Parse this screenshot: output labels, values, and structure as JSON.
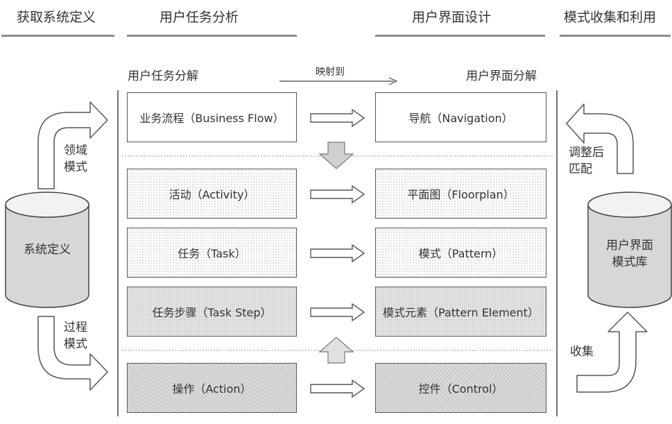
{
  "headers": {
    "col1": "获取系统定义",
    "col2": "用户任务分析",
    "col3": "用户界面设计",
    "col4": "模式收集和利用"
  },
  "subheaders": {
    "left": "用户任务分解",
    "right": "用户界面分解",
    "mapping": "映射到"
  },
  "left_boxes": [
    "业务流程（Business Flow）",
    "活动（Activity）",
    "任务（Task）",
    "任务步骤（Task Step）",
    "操作（Action）"
  ],
  "right_boxes": [
    "导航（Navigation）",
    "平面图（Floorplan）",
    "模式（Pattern）",
    "模式元素（Pattern Element）",
    "控件（Control）"
  ],
  "left_side": {
    "cylinder": "系统定义",
    "top_arrow_label_1": "领域",
    "top_arrow_label_2": "模式",
    "bottom_arrow_label_1": "过程",
    "bottom_arrow_label_2": "模式"
  },
  "right_side": {
    "cylinder_1": "用户界面",
    "cylinder_2": "模式库",
    "top_arrow_label_1": "调整后",
    "top_arrow_label_2": "匹配",
    "bottom_arrow_label": "收集"
  }
}
